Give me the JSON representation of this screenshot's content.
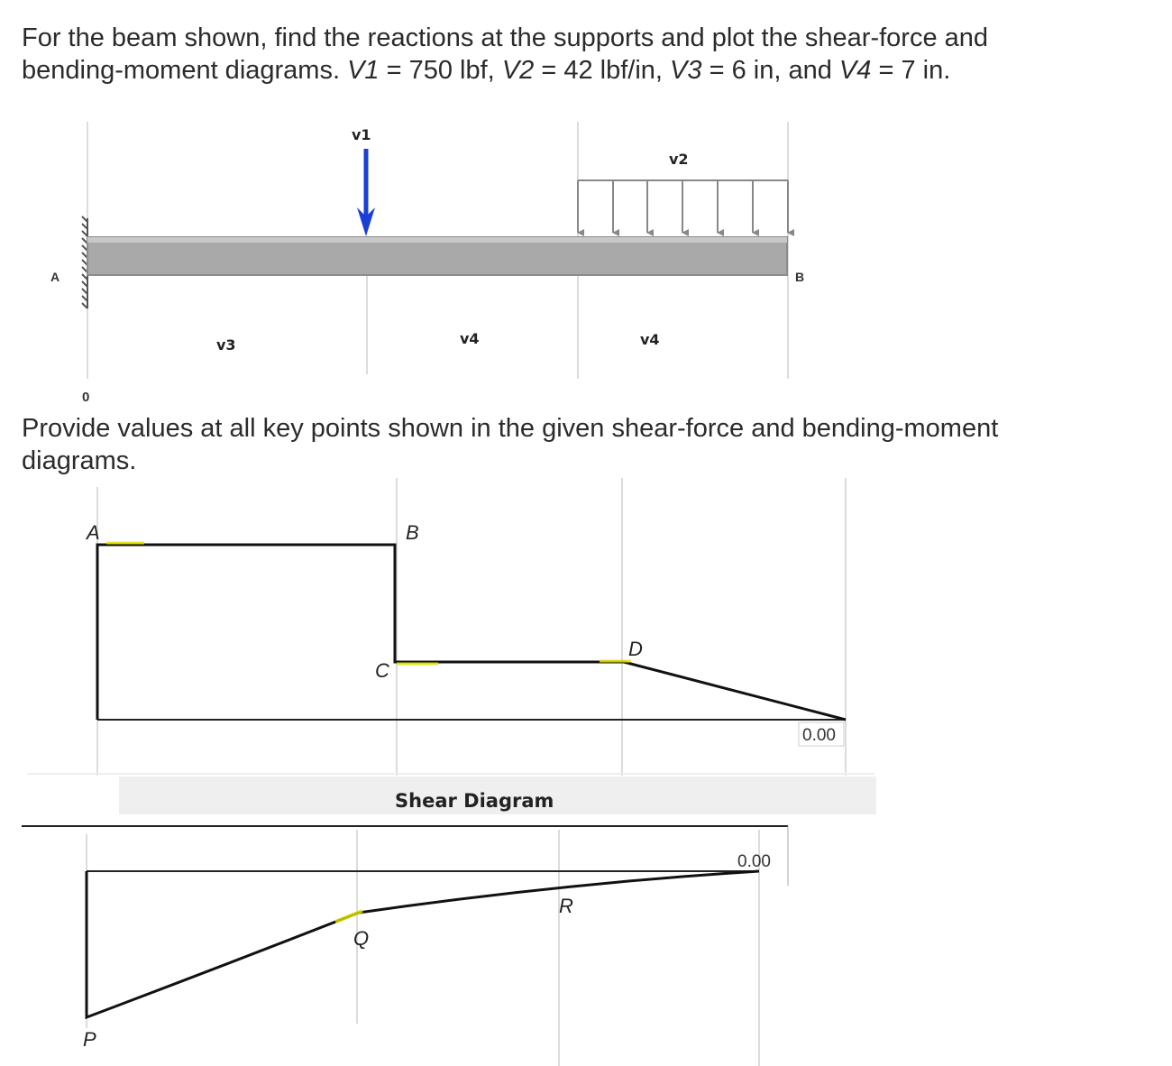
{
  "problem": {
    "line1": "For the beam shown, find the reactions at the supports and plot the shear-force and",
    "line2_prefix": "bending-moment diagrams. ",
    "v1_sym": "V1",
    "v1_val": " = 750 lbf, ",
    "v2_sym": "V2",
    "v2_val": " = 42 lbf/in, ",
    "v3_sym": "V3",
    "v3_val": " = 6 in, and ",
    "v4_sym": "V4",
    "v4_val": " = 7 in."
  },
  "beam_figure": {
    "support_label_left": "A",
    "end_label_right": "B",
    "point_load_label": "v1",
    "distributed_load_label": "v2",
    "span_labels": [
      "v3",
      "v4",
      "v4"
    ],
    "origin_label": "0",
    "colors": {
      "beam": "#a9a9a9",
      "point_load": "#1a3fd6",
      "distributed_load": "#777777"
    }
  },
  "instruction": {
    "line1": "Provide values at all key points shown in the given shear-force and bending-moment",
    "line2": "diagrams."
  },
  "shear_diagram": {
    "point_labels": [
      "A",
      "B",
      "C",
      "D"
    ],
    "end_value": "0.00",
    "title": "Shear Diagram"
  },
  "moment_diagram": {
    "point_labels": [
      "P",
      "Q",
      "R"
    ],
    "end_value": "0.00"
  }
}
